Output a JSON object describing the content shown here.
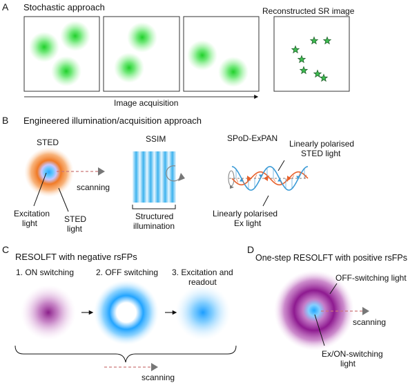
{
  "panels": {
    "a": {
      "letter": "A",
      "title": "Stochastic approach",
      "result_title": "Reconstructed SR image",
      "axis_label": "Image acquisition",
      "spot_color": "#22cc33",
      "star_fill": "#3dbb4f"
    },
    "b": {
      "letter": "B",
      "title": "Engineered illumination/acquisition approach",
      "sted": {
        "title": "STED",
        "scanning": "scanning",
        "excitation_line1": "Excitation",
        "excitation_line2": "light",
        "sted_line1": "STED",
        "sted_line2": "light"
      },
      "ssim": {
        "title": "SSIM",
        "caption_line1": "Structured",
        "caption_line2": "illumination"
      },
      "spod": {
        "title": "SPoD-ExPAN",
        "sted_label_line1": "Linearly polarised",
        "sted_label_line2": "STED light",
        "ex_label_line1": "Linearly polarised",
        "ex_label_line2": "Ex light",
        "blue_color": "#3a9ad6",
        "orange_color": "#e8602a"
      }
    },
    "c": {
      "letter": "C",
      "title": "RESOLFT with negative rsFPs",
      "step1": "1. ON switching",
      "step2": "2. OFF switching",
      "step3_line1": "3. Excitation and",
      "step3_line2": "readout",
      "scanning": "scanning"
    },
    "d": {
      "letter": "D",
      "title": "One-step RESOLFT with positive rsFPs",
      "off_label": "OFF-switching light",
      "scanning": "scanning",
      "ex_label_line1": "Ex/ON-switching",
      "ex_label_line2": "light",
      "purple_color": "#8a1a8e",
      "blue_color": "#33aaff"
    }
  }
}
